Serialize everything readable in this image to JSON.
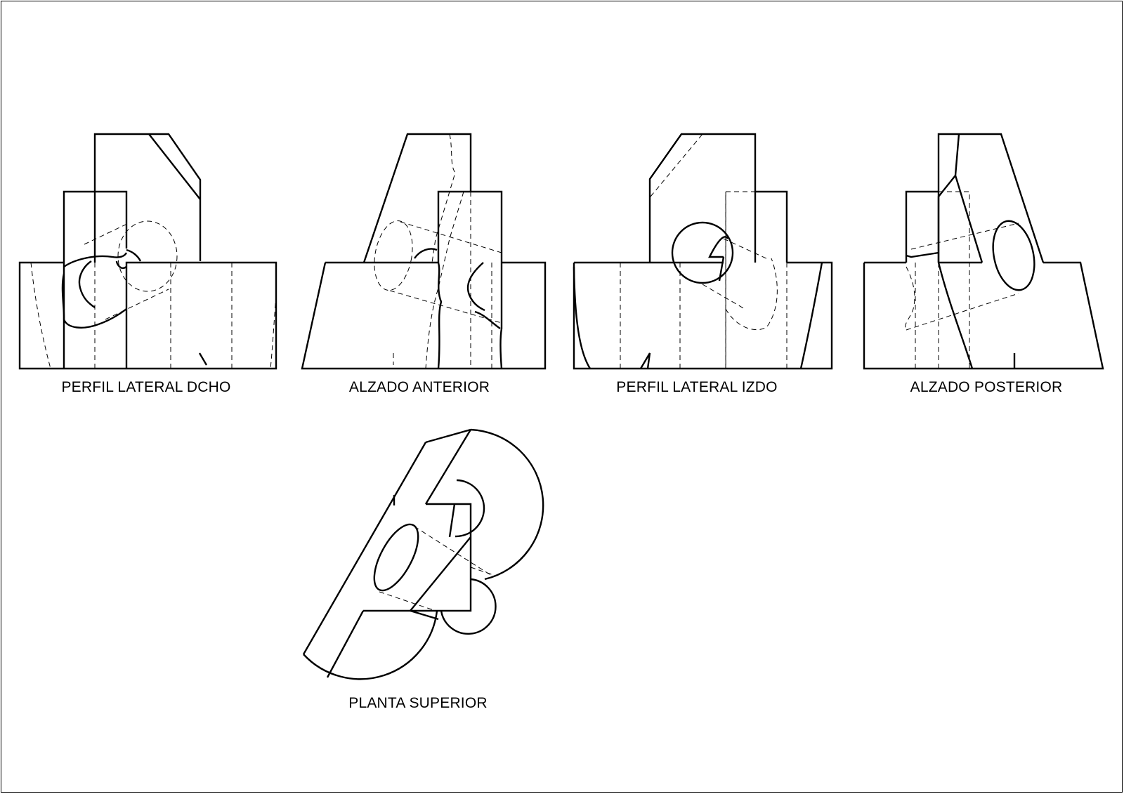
{
  "views": [
    {
      "id": "perfil-lateral-dcho",
      "label": "PERFIL LATERAL DCHO"
    },
    {
      "id": "alzado-anterior",
      "label": "ALZADO ANTERIOR"
    },
    {
      "id": "perfil-lateral-izdo",
      "label": "PERFIL LATERAL IZDO"
    },
    {
      "id": "alzado-posterior",
      "label": "ALZADO POSTERIOR"
    },
    {
      "id": "planta-superior",
      "label": "PLANTA SUPERIOR"
    }
  ]
}
